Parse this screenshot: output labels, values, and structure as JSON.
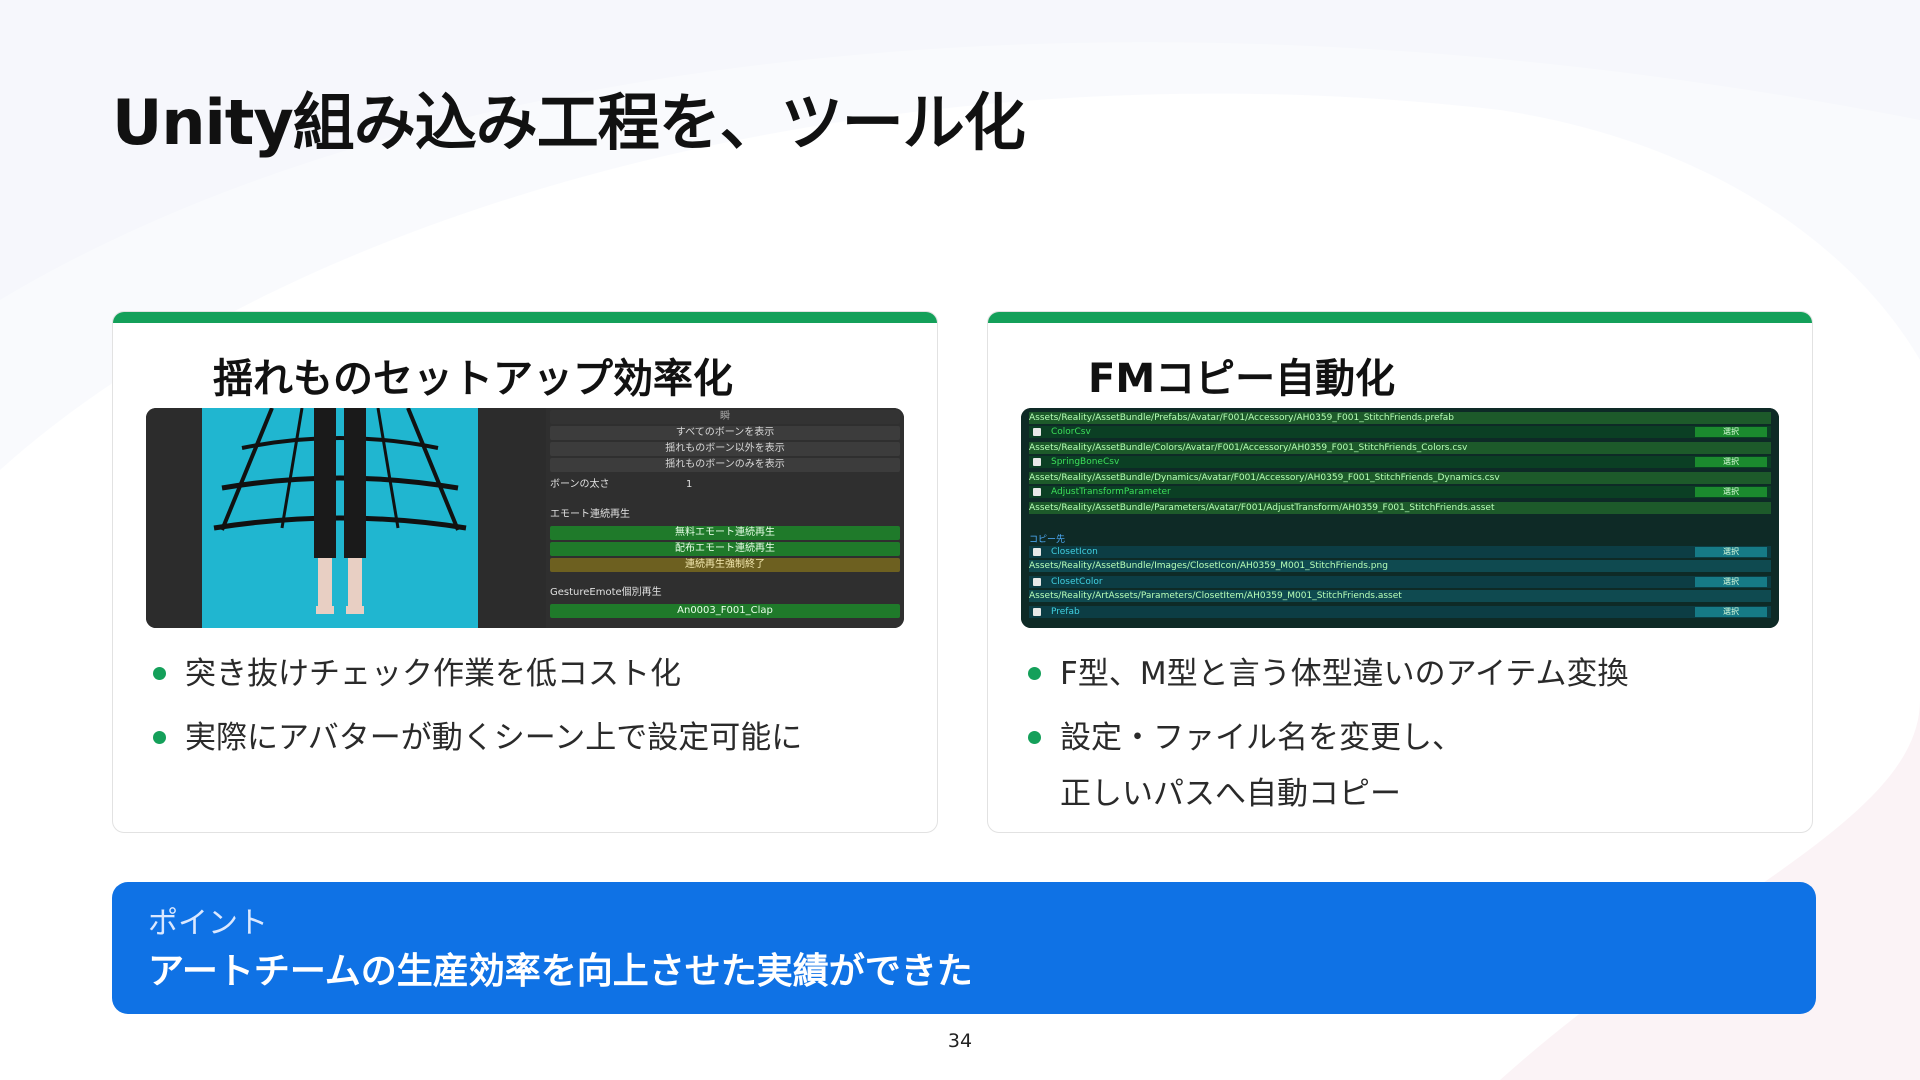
{
  "title": "Unity組み込み工程を、ツール化",
  "cards": [
    {
      "title": "揺れものセットアップ効率化",
      "bullets": [
        {
          "line1": "突き抜けチェック作業を低コスト化",
          "line2": ""
        },
        {
          "line1": "実際にアバターが動くシーン上で設定可能に",
          "line2": ""
        }
      ],
      "screenshot": {
        "rows": [
          "すべてのボーンを表示",
          "揺れものボーン以外を表示",
          "揺れものボーンのみを表示"
        ],
        "bone_size_label": "ボーンの太さ",
        "bone_size_value": "1",
        "emote_section": "エモート連続再生",
        "emote_buttons": [
          "無料エモート連続再生",
          "配布エモート連続再生",
          "連続再生強制終了"
        ],
        "gesture_section": "GestureEmote個別再生",
        "gesture_item": "An0003_F001_Clap"
      }
    },
    {
      "title": "FMコピー自動化",
      "bullets": [
        {
          "line1": "F型、M型と言う体型違いのアイテム変換",
          "line2": ""
        },
        {
          "line1": "設定・ファイル名を変更し、",
          "line2": "正しいパスへ自動コピー"
        }
      ],
      "screenshot": {
        "paths": [
          "Assets/Reality/AssetBundle/Prefabs/Avatar/F001/Accessory/AH0359_F001_StitchFriends.prefab",
          "Assets/Reality/AssetBundle/Colors/Avatar/F001/Accessory/AH0359_F001_StitchFriends_Colors.csv",
          "Assets/Reality/AssetBundle/Dynamics/Avatar/F001/Accessory/AH0359_F001_StitchFriends_Dynamics.csv",
          "Assets/Reality/AssetBundle/Parameters/Avatar/F001/AdjustTransform/AH0359_F001_StitchFriends.asset",
          "Assets/Reality/AssetBundle/Images/ClosetIcon/AH0359_M001_StitchFriends.png",
          "Assets/Reality/ArtAssets/Parameters/ClosetItem/AH0359_M001_StitchFriends.asset"
        ],
        "items": [
          "ColorCsv",
          "SpringBoneCsv",
          "AdjustTransformParameter",
          "ClosetIcon",
          "ClosetColor",
          "Prefab"
        ],
        "select_label": "選択",
        "copy_section": "コピー先"
      }
    }
  ],
  "point": {
    "label": "ポイント",
    "text": "アートチームの生産効率を向上させた実績ができた"
  },
  "page_number": "34",
  "colors": {
    "accent_green": "#14a05a",
    "point_blue": "#0f72e5"
  }
}
